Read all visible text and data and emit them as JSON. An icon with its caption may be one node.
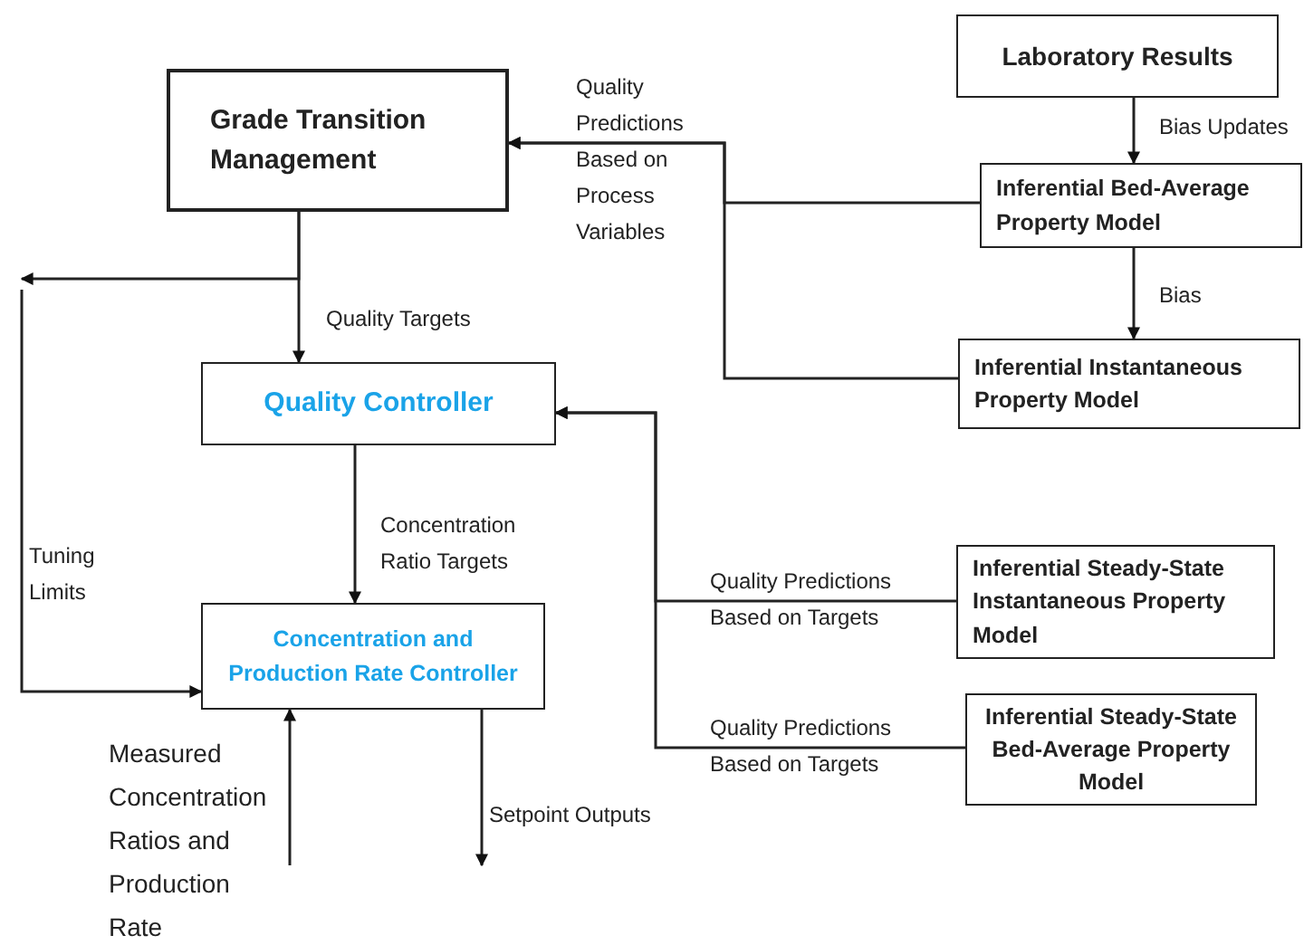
{
  "diagram": {
    "nodes": [
      {
        "text": [
          "Laboratory Results"
        ]
      },
      {
        "text": [
          "Grade Transition Management"
        ]
      },
      {
        "text": [
          "Inferential Bed-Average Property Model"
        ]
      },
      {
        "text": [
          "Inferential Instantaneous Property Model"
        ]
      },
      {
        "text": [
          "Quality Controller"
        ]
      },
      {
        "text": [
          "Concentration and Production Rate Controller"
        ]
      },
      {
        "text": [
          "Inferential Steady-State Instantaneous Property Model"
        ]
      },
      {
        "text": [
          "Inferential Steady-State Bed-Average Property Model"
        ]
      }
    ],
    "edges": [
      {
        "from": 0,
        "to": 2,
        "arrow": "to",
        "label": "Bias Updates"
      },
      {
        "from": 2,
        "to": 3,
        "arrow": "to",
        "label": "Bias"
      },
      {
        "from": 1,
        "to": 4,
        "arrow": "to",
        "label": "Quality Targets"
      },
      {
        "from": 4,
        "to": 5,
        "arrow": "to",
        "label": "Concentration Ratio Targets"
      },
      {
        "from": 2,
        "to": 1,
        "arrow": "to",
        "label": "Quality Predictions Based on Process Variables"
      },
      {
        "from": 3,
        "to": 1,
        "arrow": "to"
      },
      {
        "from": 6,
        "to": 4,
        "arrow": "to",
        "label": "Quality Predictions Based on Targets"
      },
      {
        "from": 7,
        "to": 4,
        "arrow": "to",
        "label": "Quality Predictions Based on Targets"
      },
      {
        "from": 1,
        "to": null,
        "arrow": "to"
      },
      {
        "from": null,
        "to": 5,
        "arrow": "to",
        "label": "Tuning Limits"
      },
      {
        "from": null,
        "to": 5,
        "arrow": "to",
        "label": "Measured Concentration Ratios and Production Rate"
      },
      {
        "from": 5,
        "to": null,
        "arrow": "to",
        "label": "Setpoint Outputs"
      }
    ]
  }
}
